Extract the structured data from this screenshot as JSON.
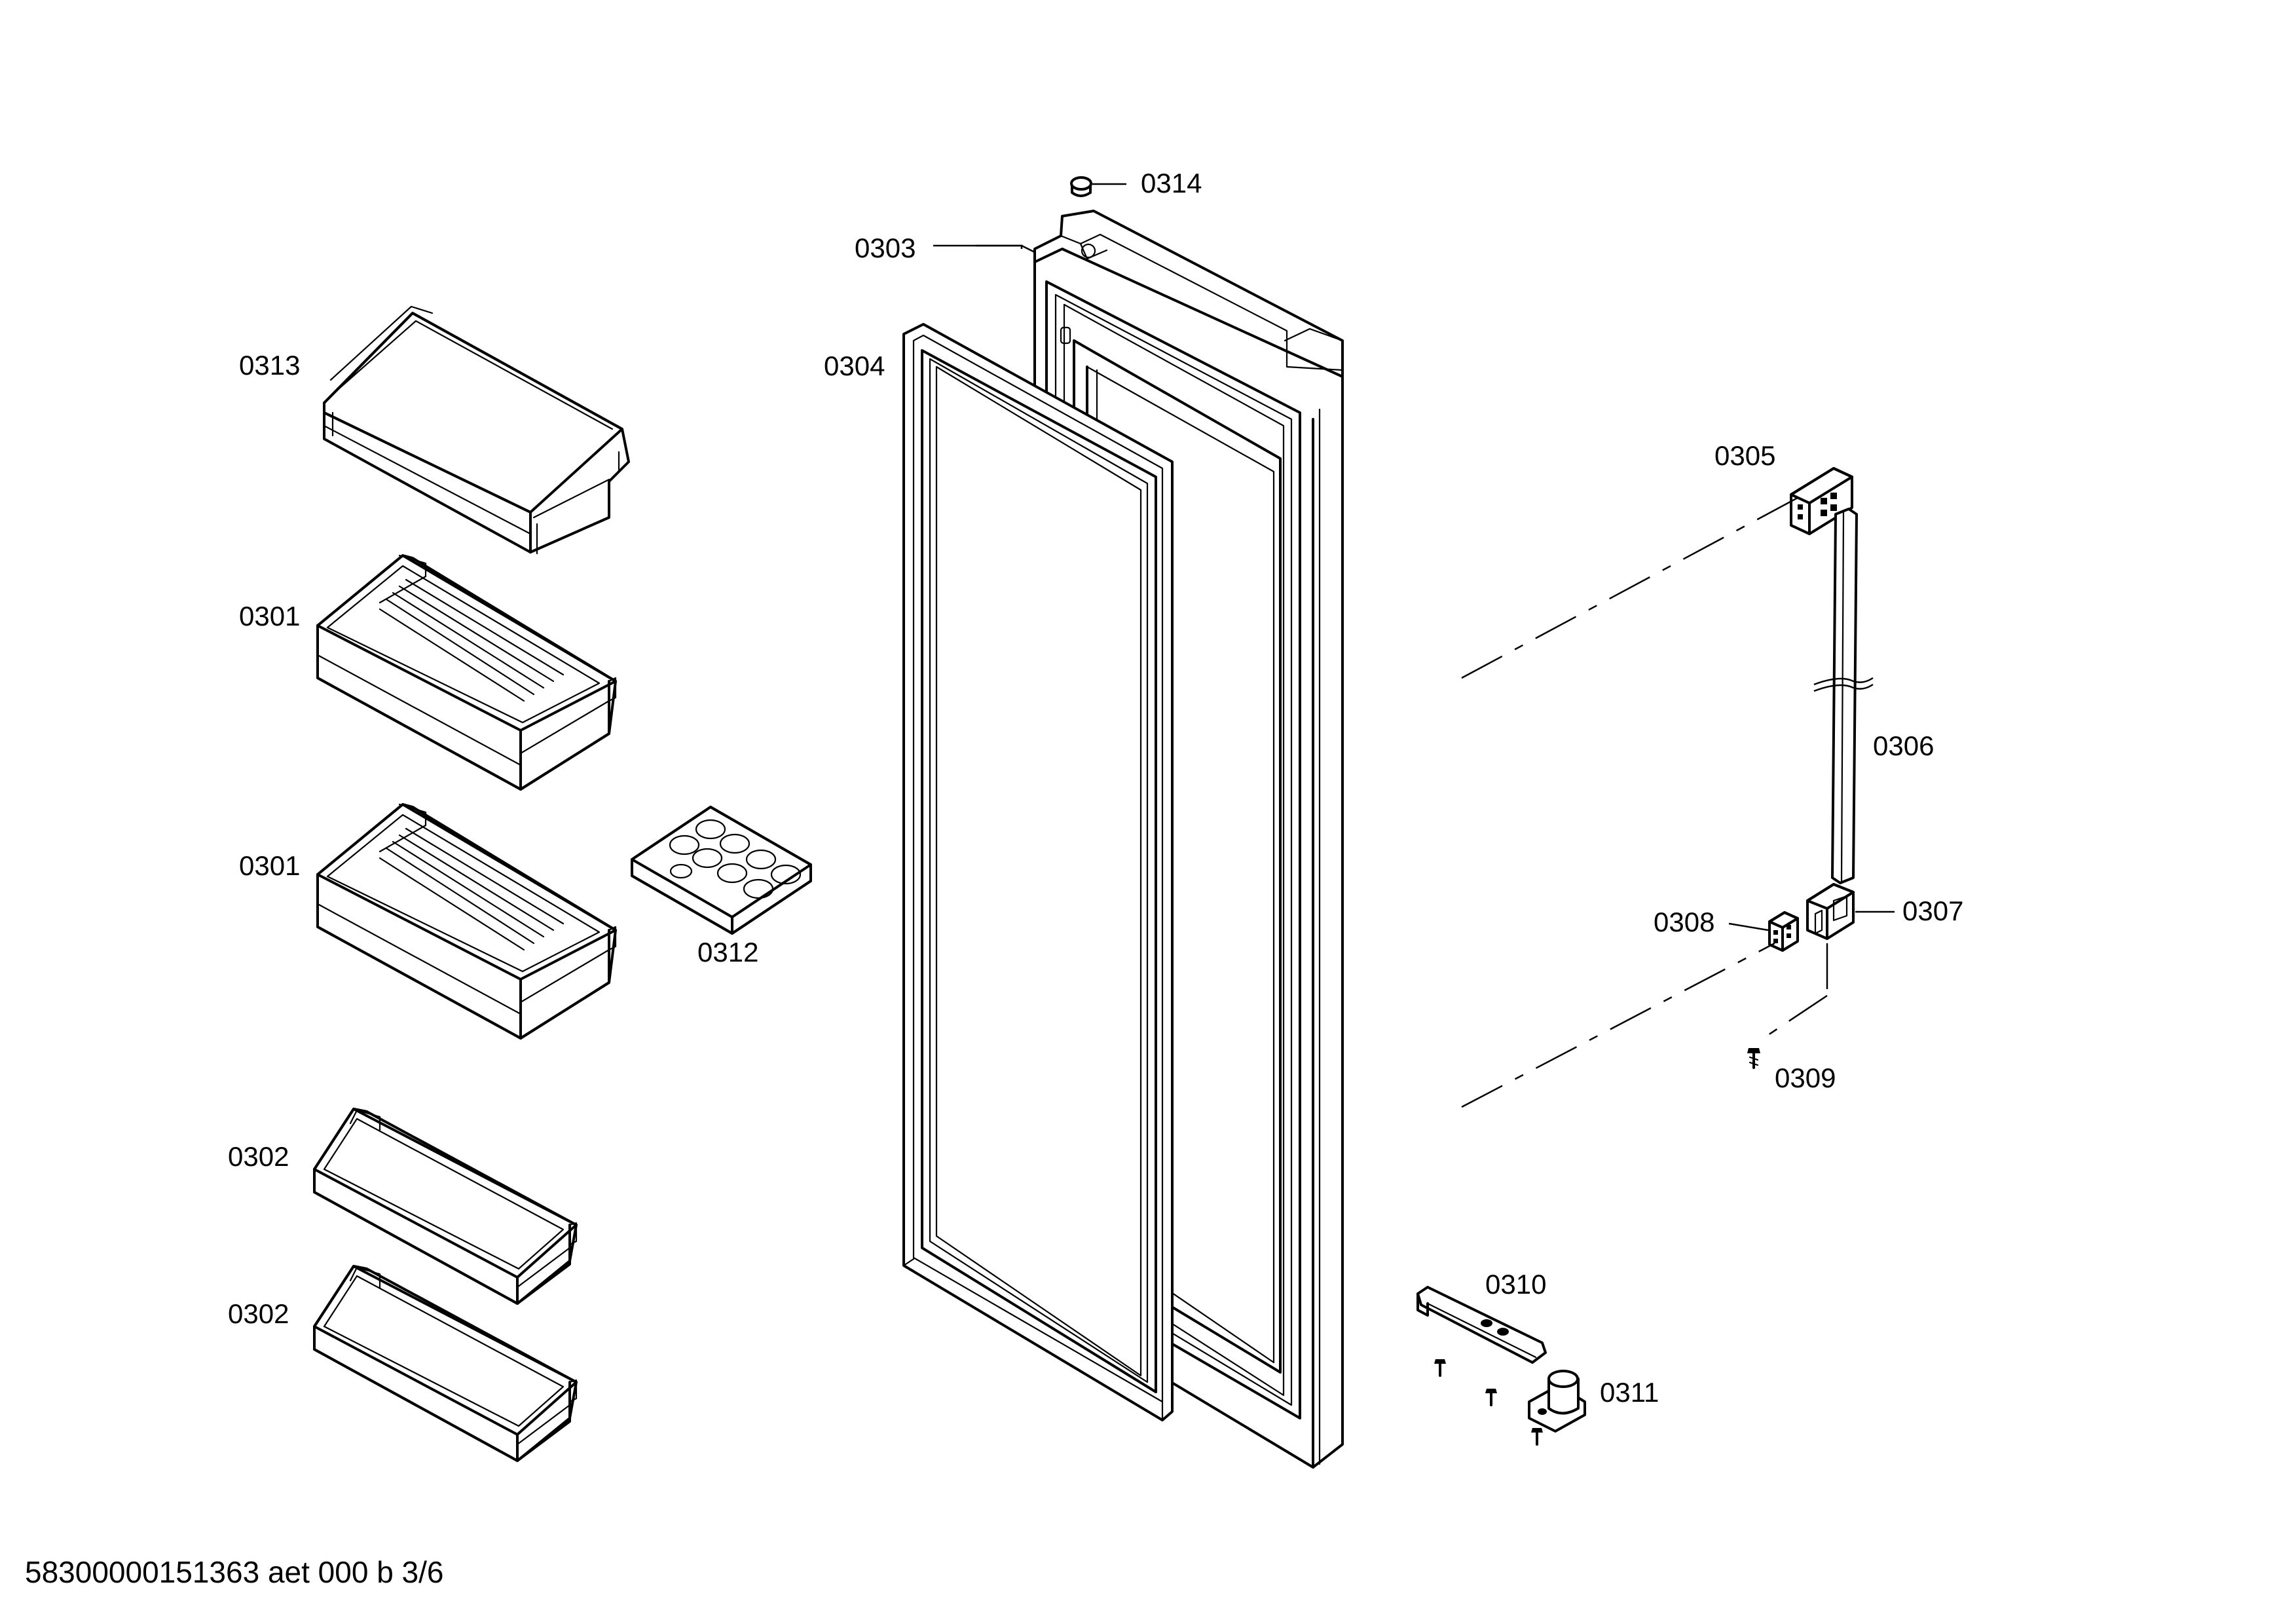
{
  "diagram": {
    "parts": [
      {
        "id": "0314",
        "label": "0314"
      },
      {
        "id": "0303",
        "label": "0303"
      },
      {
        "id": "0304",
        "label": "0304"
      },
      {
        "id": "0313",
        "label": "0313"
      },
      {
        "id": "0301a",
        "label": "0301"
      },
      {
        "id": "0301b",
        "label": "0301"
      },
      {
        "id": "0312",
        "label": "0312"
      },
      {
        "id": "0302a",
        "label": "0302"
      },
      {
        "id": "0302b",
        "label": "0302"
      },
      {
        "id": "0305",
        "label": "0305"
      },
      {
        "id": "0306",
        "label": "0306"
      },
      {
        "id": "0307",
        "label": "0307"
      },
      {
        "id": "0308",
        "label": "0308"
      },
      {
        "id": "0309",
        "label": "0309"
      },
      {
        "id": "0310",
        "label": "0310"
      },
      {
        "id": "0311",
        "label": "0311"
      }
    ],
    "footer": "58300000151363 aet 000 b 3/6"
  }
}
